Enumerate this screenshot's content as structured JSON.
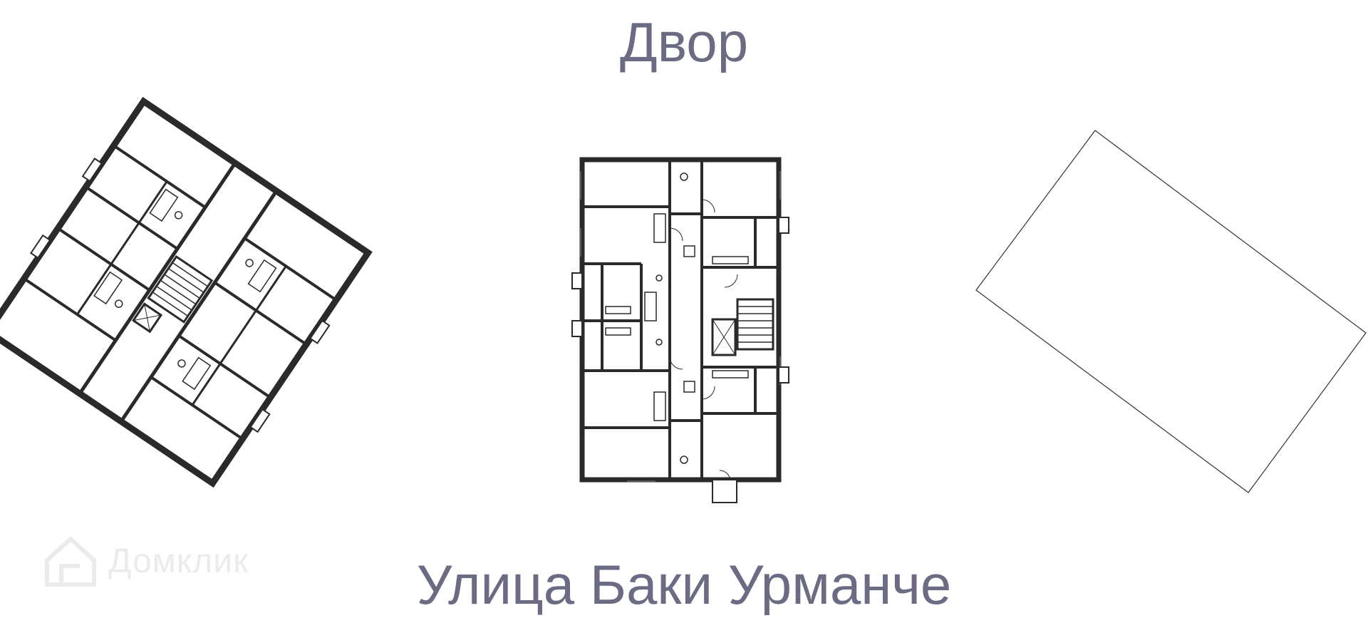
{
  "orientation": {
    "top_label": "Двор",
    "bottom_label": "Улица Баки Урманче"
  },
  "watermark": {
    "brand": "Домклик",
    "icon": "house-logo-icon"
  },
  "plans": {
    "rotated_floor_plan": "rotated-floor-plan",
    "main_floor_plan": "main-floor-plan",
    "site_outline": "building-footprint-outline"
  },
  "colors": {
    "label_text": "#6b6c84",
    "wall": "#2a2a2a",
    "background": "#ffffff"
  }
}
